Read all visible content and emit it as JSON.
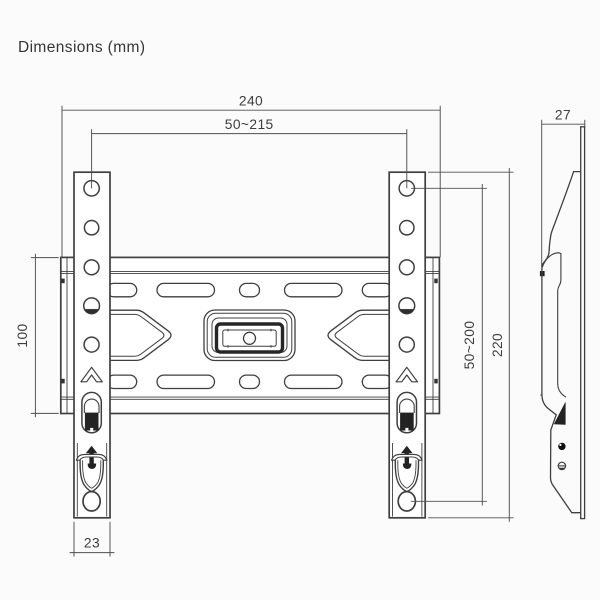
{
  "title": "Dimensions (mm)",
  "unit": "mm",
  "front_view": {
    "dims": {
      "overall_width": "240",
      "hole_pattern_width_range": "50~215",
      "plate_height": "100",
      "hole_pattern_height_range": "50~200",
      "overall_height": "220",
      "arm_width": "23"
    }
  },
  "side_view": {
    "dims": {
      "depth": "27"
    }
  },
  "colors": {
    "line": "#3f3f3f",
    "dimension_line": "#4f4f4f",
    "background": "#fbfbfb",
    "solid_fill": "#232323"
  }
}
